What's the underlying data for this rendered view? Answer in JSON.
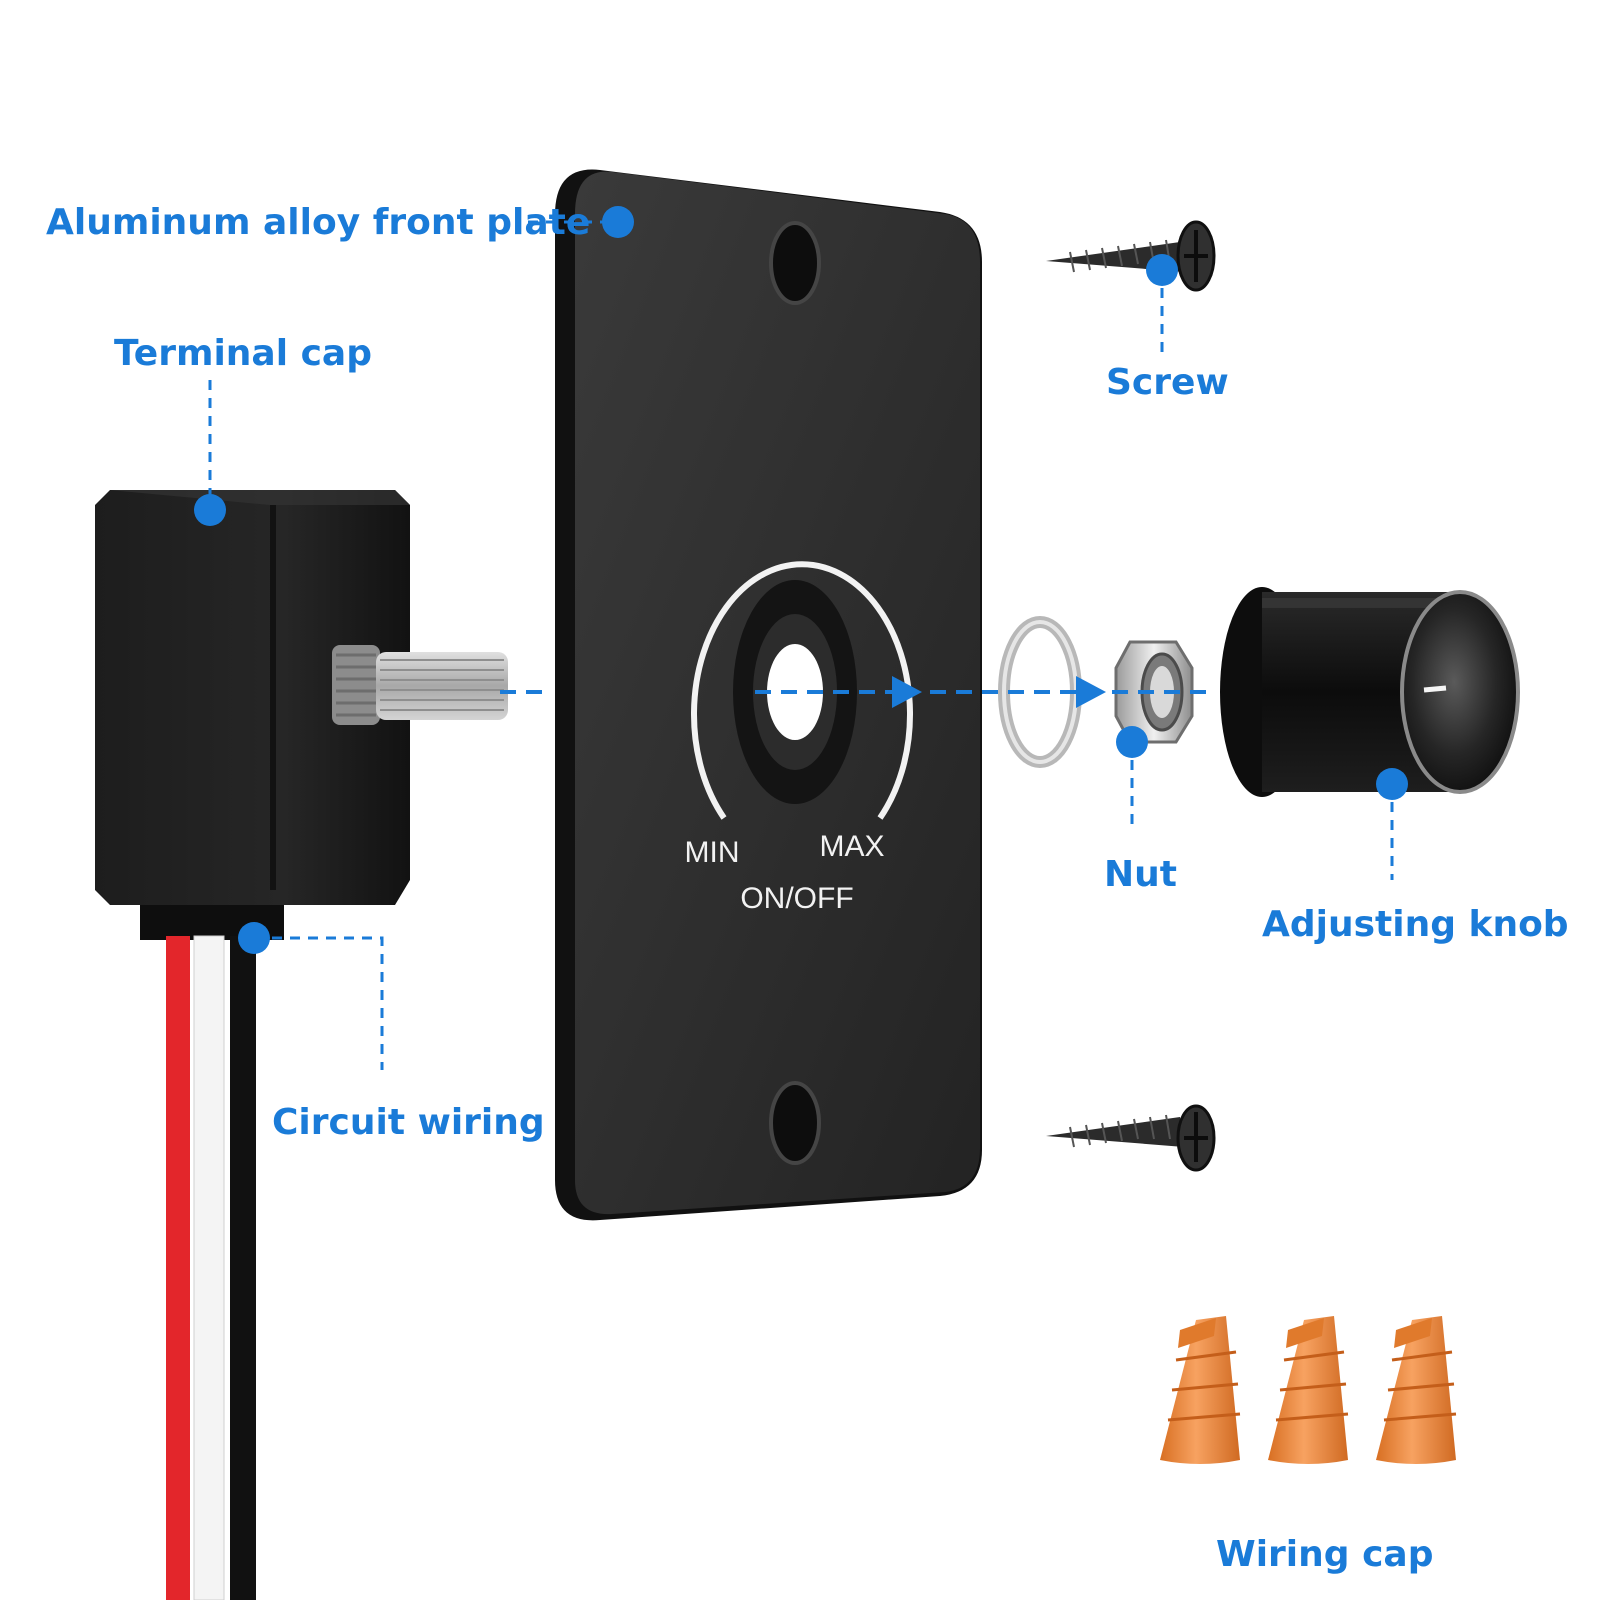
{
  "colors": {
    "accent": "#1a7bd8",
    "plate": "#2f2f2f",
    "knob": "#111111",
    "wire_red": "#e3262b",
    "wire_white": "#f4f4f4",
    "wire_black": "#111111",
    "cap_orange": "#f08a3a"
  },
  "labels": {
    "front_plate": "Aluminum alloy front plate",
    "terminal_cap": "Terminal cap",
    "screw": "Screw",
    "nut": "Nut",
    "adjusting_knob": "Adjusting knob",
    "circuit_wiring": "Circuit wiring",
    "wiring_cap": "Wiring cap"
  },
  "plate_text": {
    "min": "MIN",
    "max": "MAX",
    "on_off": "ON/OFF"
  },
  "icons": {
    "screw": "screw-icon",
    "nut": "nut-icon",
    "washer": "washer-icon",
    "knob": "knob-icon",
    "wiring_cap": "wiring-cap-icon"
  }
}
